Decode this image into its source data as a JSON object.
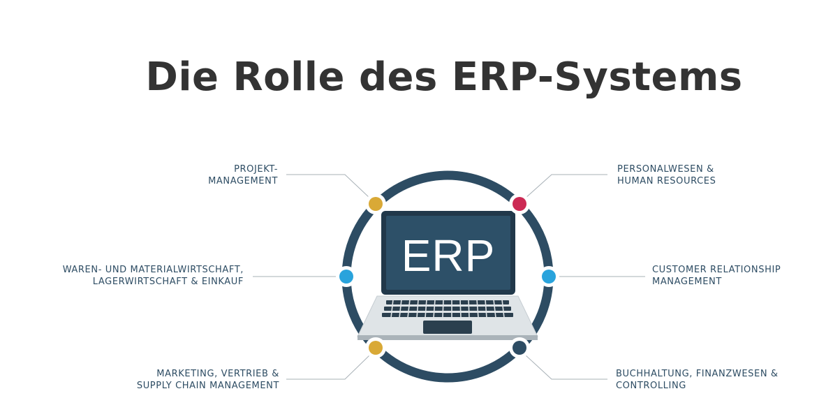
{
  "title": "Die Rolle des ERP-Systems",
  "center_label": "ERP",
  "modules": [
    {
      "line1": "PROJEKT-",
      "line2": "MANAGEMENT",
      "dot_color": "#d9a936"
    },
    {
      "line1": "PERSONALWESEN &",
      "line2": "HUMAN RESOURCES",
      "dot_color": "#cc2a54"
    },
    {
      "line1": "WAREN- UND MATERIALWIRTSCHAFT,",
      "line2": "LAGERWIRTSCHAFT & EINKAUF",
      "dot_color": "#29a3dc"
    },
    {
      "line1": "CUSTOMER RELATIONSHIP",
      "line2": "MANAGEMENT",
      "dot_color": "#29a3dc"
    },
    {
      "line1": "MARKETING, VERTRIEB &",
      "line2": "SUPPLY CHAIN MANAGEMENT",
      "dot_color": "#d9a936"
    },
    {
      "line1": "BUCHHALTUNG, FINANZWESEN &",
      "line2": "CONTROLLING",
      "dot_color": "#2d4c63"
    }
  ],
  "colors": {
    "ring": "#2d4c63",
    "screen": "#2d5068",
    "connector": "#9aa6ad",
    "text": "#2d4c63"
  }
}
